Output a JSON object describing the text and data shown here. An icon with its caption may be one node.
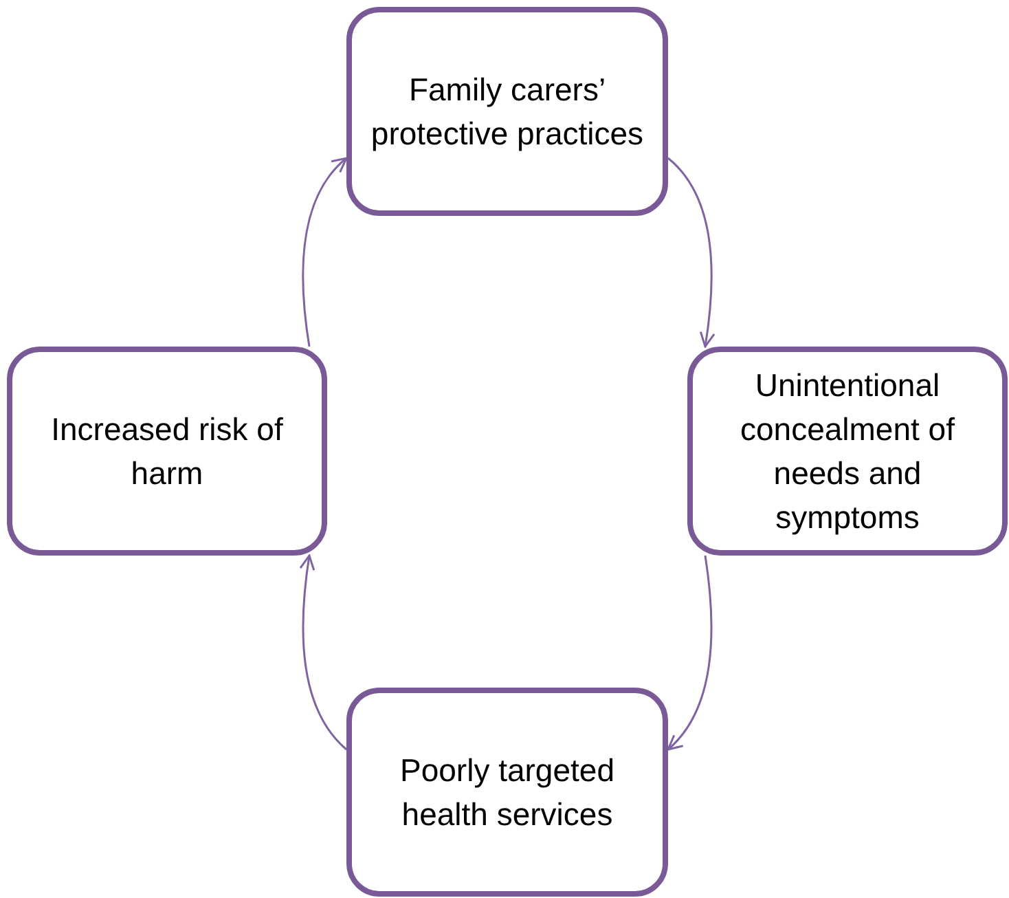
{
  "diagram": {
    "nodes": [
      {
        "text": [
          "Family carers’ protective practices"
        ]
      },
      {
        "text": [
          "Unintentional concealment of needs and symptoms"
        ]
      },
      {
        "text": [
          "Poorly targeted health services"
        ]
      },
      {
        "text": [
          "Increased risk of harm"
        ]
      }
    ],
    "edges": [
      {
        "from": 0,
        "to": 1,
        "arrow": "to"
      },
      {
        "from": 1,
        "to": 2,
        "arrow": "to"
      },
      {
        "from": 2,
        "to": 3,
        "arrow": "to"
      },
      {
        "from": 3,
        "to": 0,
        "arrow": "to"
      }
    ]
  }
}
